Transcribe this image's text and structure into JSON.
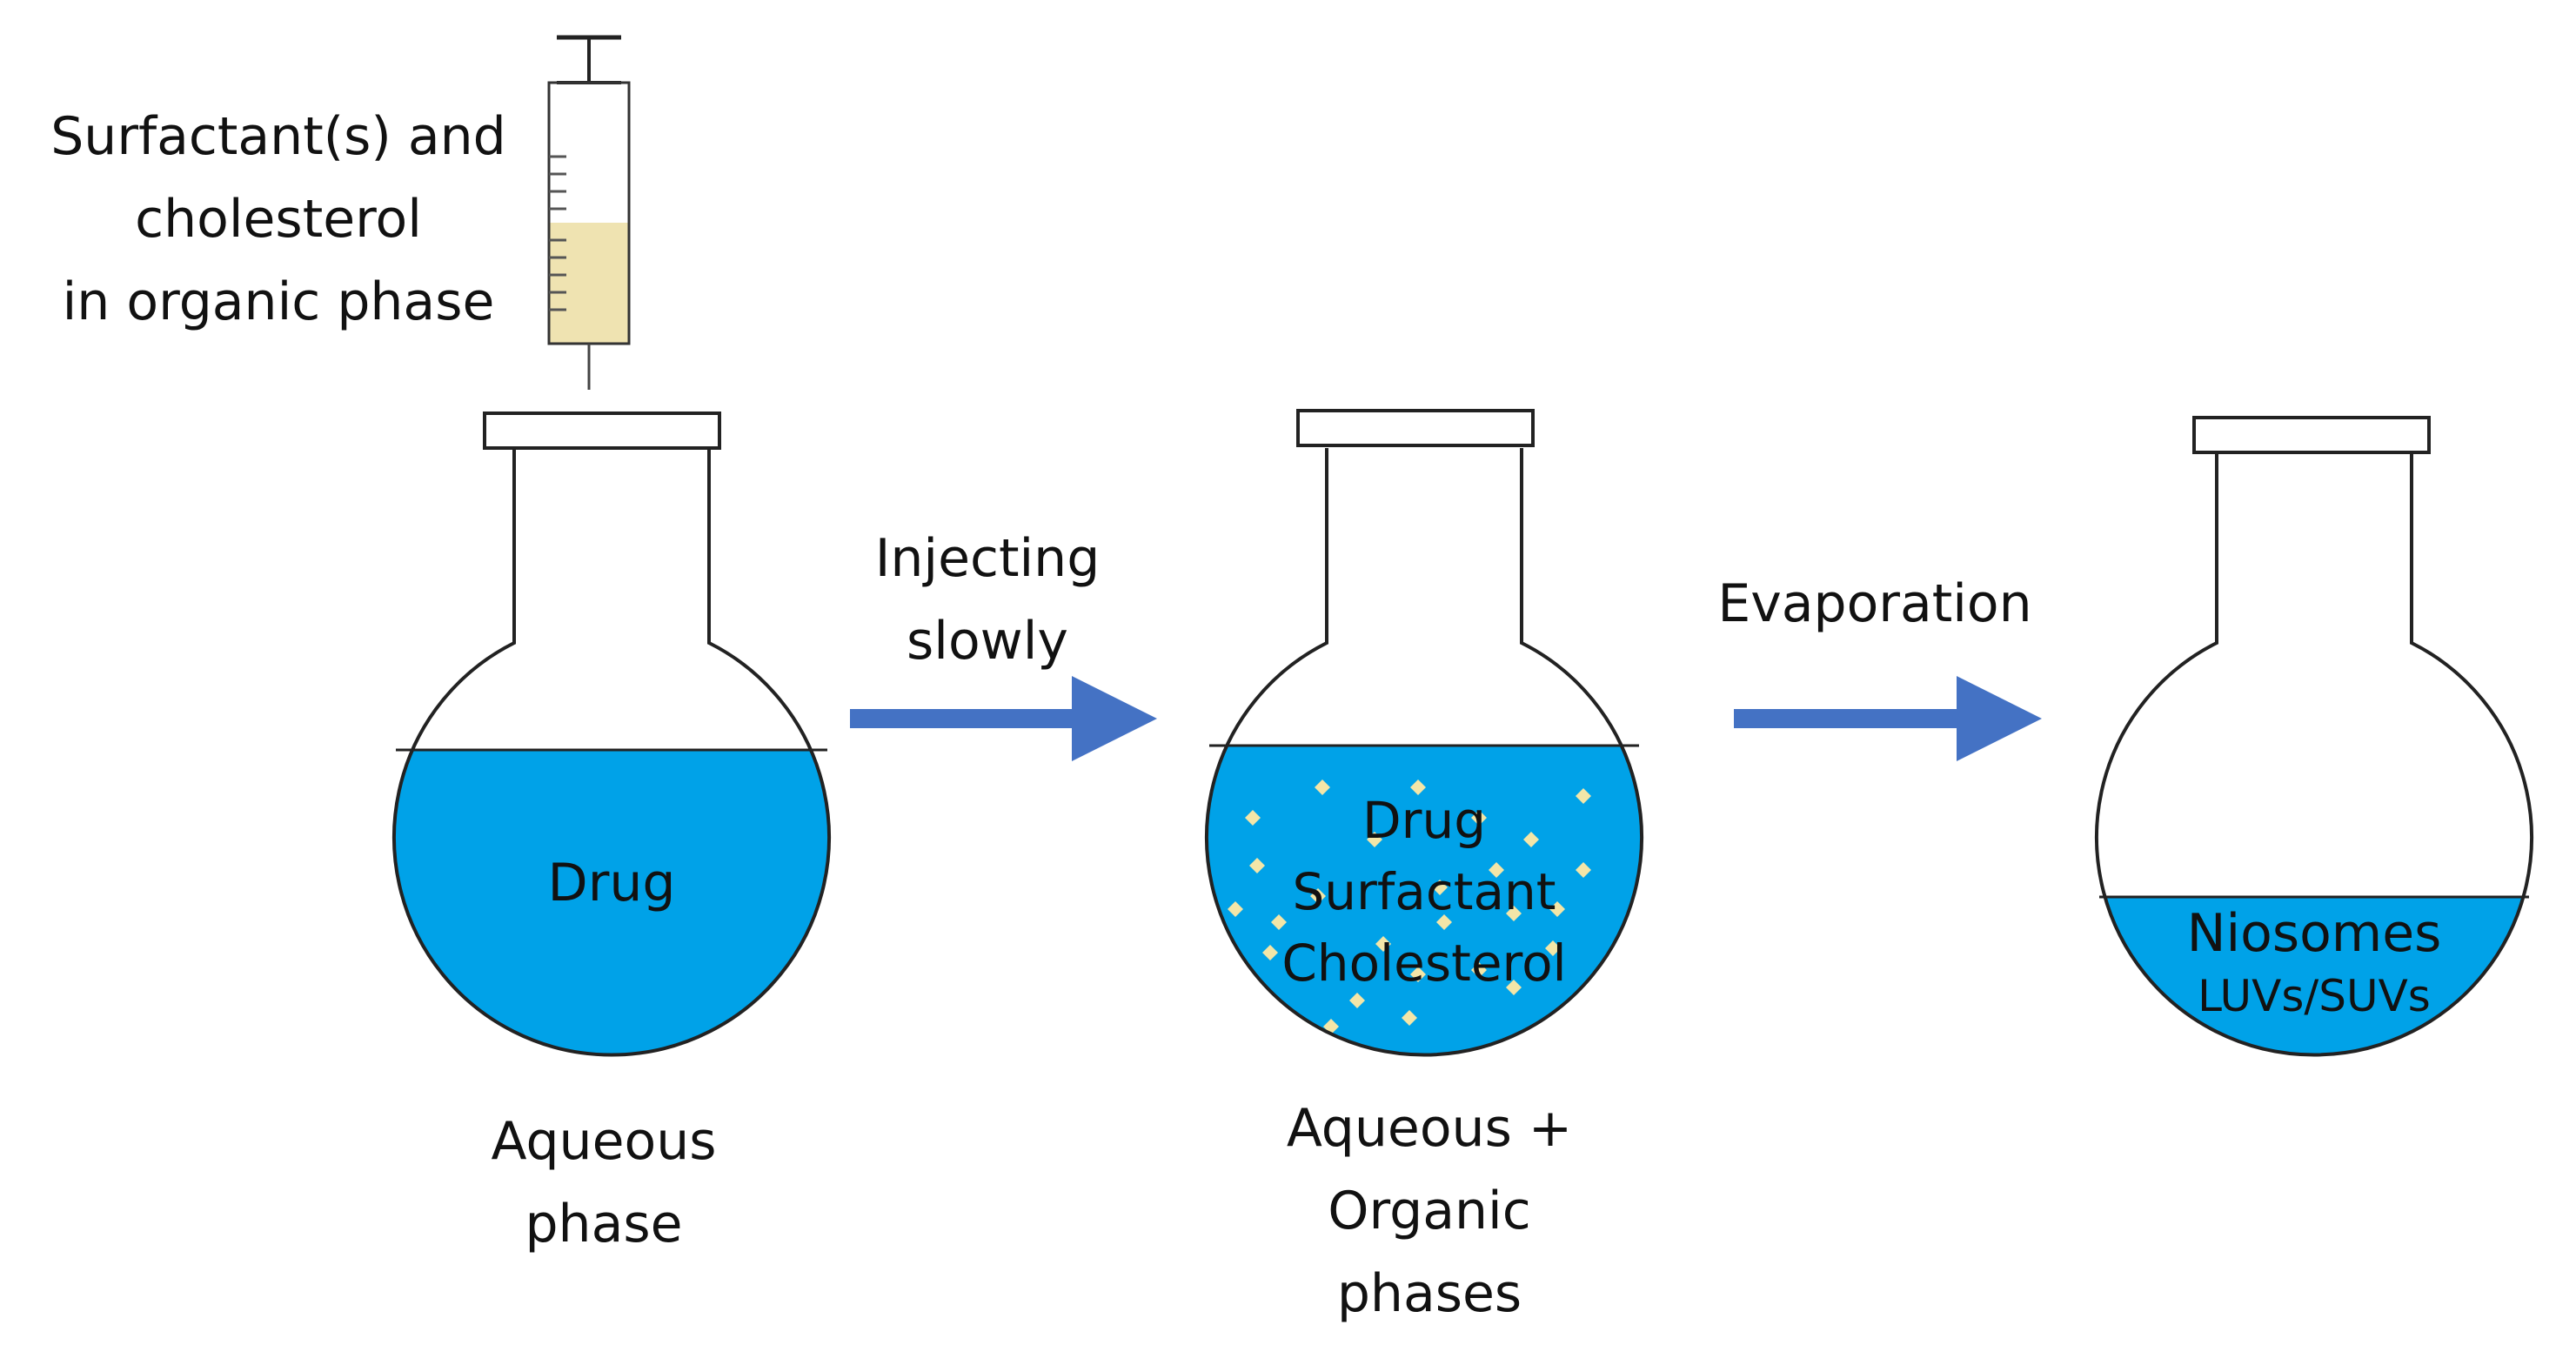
{
  "colors": {
    "liquid": "#00A2E8",
    "arrow": "#4472C4",
    "syringe_fill": "#EFE3B1",
    "particle": "#F3E6A8",
    "outline": "#222222"
  },
  "syringe": {
    "label_lines": [
      "Surfactant(s) and",
      "cholesterol",
      "in organic phase"
    ]
  },
  "flask1": {
    "inner_label": "Drug",
    "caption_lines": [
      "Aqueous",
      "phase"
    ]
  },
  "arrow1": {
    "label_lines": [
      "Injecting",
      "slowly"
    ]
  },
  "flask2": {
    "inner_lines": [
      "Drug",
      "Surfactant",
      "Cholesterol"
    ],
    "caption_lines": [
      "Aqueous +",
      "Organic",
      "phases"
    ]
  },
  "arrow2": {
    "label": "Evaporation"
  },
  "flask3": {
    "inner_lines": [
      "Niosomes",
      "LUVs/SUVs"
    ]
  }
}
